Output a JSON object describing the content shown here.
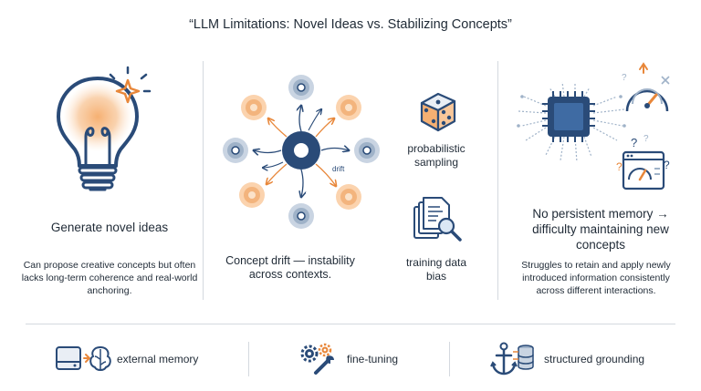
{
  "title": "“LLM Limitations: Novel Ideas vs. Stabilizing Concepts”",
  "panel_left": {
    "heading": "Generate novel ideas",
    "description": "Can propose creative concepts but often lacks long-term coherence and real-world anchoring.",
    "icon": "lightbulb-icon"
  },
  "panel_middle": {
    "caption": "Concept drift — instability across contexts.",
    "drift_label": "drift",
    "factor_1": "probabilistic sampling",
    "factor_2": "training data bias",
    "icons": [
      "concept-drift-diagram",
      "dice-icon",
      "documents-magnifier-icon"
    ]
  },
  "panel_right": {
    "heading": "No persistent memory → difficulty maintaining new concepts",
    "description": "Struggles to retain and apply newly introduced information consistently across different interactions.",
    "icons": [
      "chip-icon",
      "gauge-icon",
      "browser-window-icon"
    ]
  },
  "footer": {
    "items": [
      {
        "label": "external memory",
        "icon": "storage-brain-icon"
      },
      {
        "label": "fine-tuning",
        "icon": "gears-wrench-icon"
      },
      {
        "label": "structured grounding",
        "icon": "anchor-database-icon"
      }
    ]
  },
  "colors": {
    "navy": "#2a4b78",
    "orange": "#f0a056",
    "blue_grey": "#9fb2c8",
    "text": "#1f2a36",
    "divider": "#d4d9df"
  }
}
